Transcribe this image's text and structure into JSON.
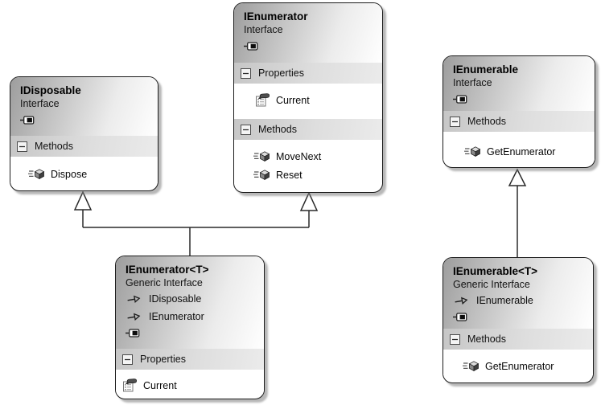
{
  "boxes": {
    "idisposable": {
      "title": "IDisposable",
      "kind": "Interface",
      "sections": {
        "methods": {
          "label": "Methods",
          "members": [
            "Dispose"
          ]
        }
      }
    },
    "ienumerator": {
      "title": "IEnumerator",
      "kind": "Interface",
      "sections": {
        "properties": {
          "label": "Properties",
          "members": [
            "Current"
          ]
        },
        "methods": {
          "label": "Methods",
          "members": [
            "MoveNext",
            "Reset"
          ]
        }
      }
    },
    "ienumerable": {
      "title": "IEnumerable",
      "kind": "Interface",
      "sections": {
        "methods": {
          "label": "Methods",
          "members": [
            "GetEnumerator"
          ]
        }
      }
    },
    "ienumerator_t": {
      "title": "IEnumerator<T>",
      "kind": "Generic Interface",
      "implements": [
        "IDisposable",
        "IEnumerator"
      ],
      "sections": {
        "properties": {
          "label": "Properties",
          "members": [
            "Current"
          ]
        }
      }
    },
    "ienumerable_t": {
      "title": "IEnumerable<T>",
      "kind": "Generic Interface",
      "implements": [
        "IEnumerable"
      ],
      "sections": {
        "methods": {
          "label": "Methods",
          "members": [
            "GetEnumerator"
          ]
        }
      }
    }
  },
  "connectors": [
    {
      "type": "inheritance",
      "from": "IEnumerator<T>",
      "to": "IDisposable"
    },
    {
      "type": "inheritance",
      "from": "IEnumerator<T>",
      "to": "IEnumerator"
    },
    {
      "type": "inheritance",
      "from": "IEnumerable<T>",
      "to": "IEnumerable"
    }
  ],
  "icons": {
    "collapse_badge": "expand-collapse-badge-icon",
    "section_toggle": "collapse-minus-icon",
    "method": "method-cube-icon",
    "property": "property-hand-document-icon",
    "realizes": "realizes-arrow-icon"
  },
  "colors": {
    "header_gradient_start": "#9d9d9d",
    "header_gradient_end": "#ffffff",
    "section_band": "#d9d9d9",
    "border": "#1c1c1c",
    "background": "#ffffff",
    "connector": "#2a2a2a"
  }
}
